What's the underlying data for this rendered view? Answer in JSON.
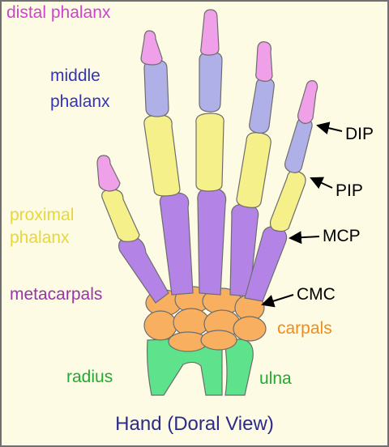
{
  "title": "Hand (Doral View)",
  "labels": {
    "distal_phalanx": "distal phalanx",
    "middle_1": "middle",
    "middle_2": "phalanx",
    "proximal_1": "proximal",
    "proximal_2": "phalanx",
    "metacarpals": "metacarpals",
    "carpals": "carpals",
    "radius": "radius",
    "ulna": "ulna",
    "dip": "DIP",
    "pip": "PIP",
    "mcp": "MCP",
    "cmc": "CMC"
  },
  "colors": {
    "distal": "#f0a0e8",
    "middle": "#b0b0e8",
    "proximal": "#f5f08a",
    "metacarpal": "#b483e6",
    "carpal": "#f8b060",
    "forearm": "#5ee38c",
    "background": "#fdfbe3",
    "label_distal": "#cc44cc",
    "label_middle": "#3333bb",
    "label_proximal": "#e6d83a",
    "label_metacarpal": "#9933aa",
    "label_carpal": "#f08c1e",
    "label_forearm": "#22aa33",
    "label_title": "#2b2b88",
    "label_joint": "#000000"
  }
}
